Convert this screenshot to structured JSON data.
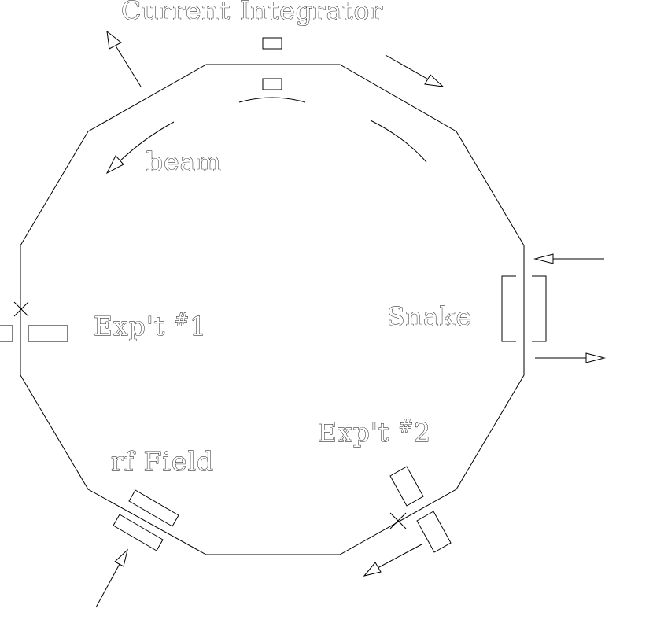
{
  "labels": {
    "current_integrator": "Current Integrator",
    "beam": "beam",
    "exp1_prefix": "Exp't ",
    "exp1_hash": "#",
    "exp1_num": "1",
    "snake": "Snake",
    "exp2_prefix": "Exp't ",
    "exp2_hash": "#",
    "exp2_num": "2",
    "rf_field": "rf Field"
  },
  "colors": {
    "line": "#000000",
    "background": "#ffffff"
  }
}
